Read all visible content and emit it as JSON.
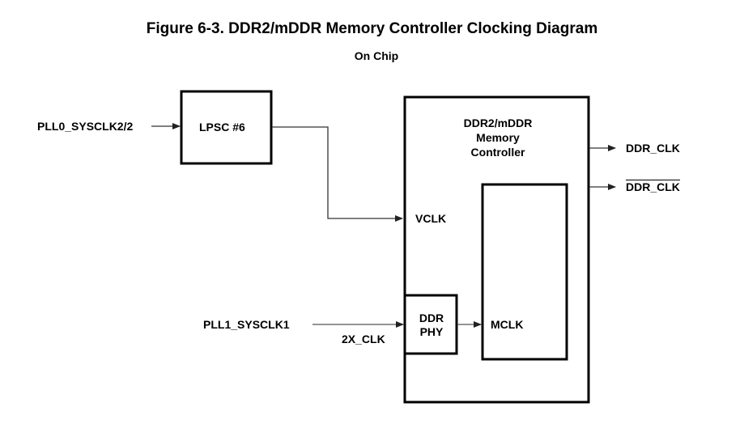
{
  "figure": {
    "title": "Figure 6-3. DDR2/mDDR Memory Controller Clocking Diagram",
    "subtitle": "On Chip"
  },
  "blocks": {
    "lpsc": "LPSC #6",
    "controller": [
      "DDR2/mDDR",
      "Memory",
      "Controller"
    ],
    "phy": [
      "DDR",
      "PHY"
    ]
  },
  "signals": {
    "pll0": "PLL0_SYSCLK2/2",
    "pll1": "PLL1_SYSCLK1",
    "clk2x": "2X_CLK",
    "vclk": "VCLK",
    "mclk": "MCLK",
    "ddr_clk": "DDR_CLK",
    "ddr_clk_n": "DDR_CLK"
  },
  "colors": {
    "line": "#000000",
    "thin_line": "#333333"
  }
}
